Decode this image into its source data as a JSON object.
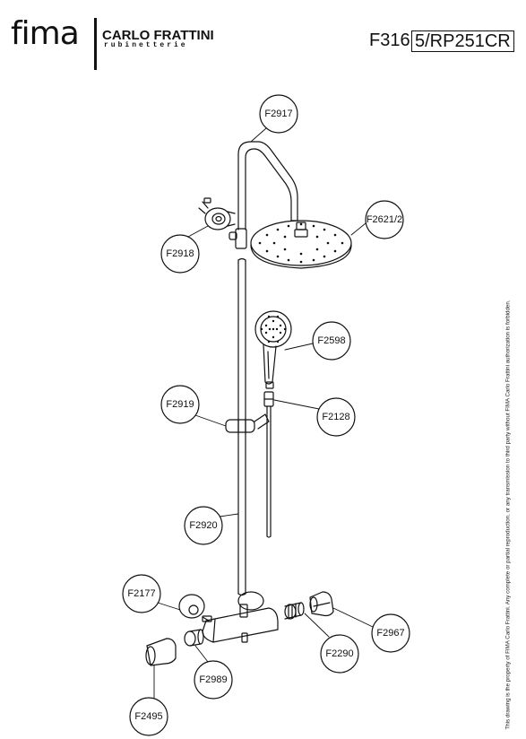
{
  "header": {
    "brand_fima": "fima",
    "brand_cf": "CARLO FRATTINI",
    "brand_sub": "rubinetterie",
    "code_prefix": "F316",
    "code_boxed": "5/RP251CR"
  },
  "parts": [
    {
      "id": "F2917"
    },
    {
      "id": "F2918"
    },
    {
      "id": "F2621/2"
    },
    {
      "id": "F2598"
    },
    {
      "id": "F2919"
    },
    {
      "id": "F2128"
    },
    {
      "id": "F2920"
    },
    {
      "id": "F2177"
    },
    {
      "id": "F2290"
    },
    {
      "id": "F2967"
    },
    {
      "id": "F2989"
    },
    {
      "id": "F2495"
    }
  ],
  "notice": "This drawing is the property of FIMA Carlo Frattini. Any complete or partial reproduction, or any transmission to third party without FIMA Carlo Frattini authorization is forbidden."
}
